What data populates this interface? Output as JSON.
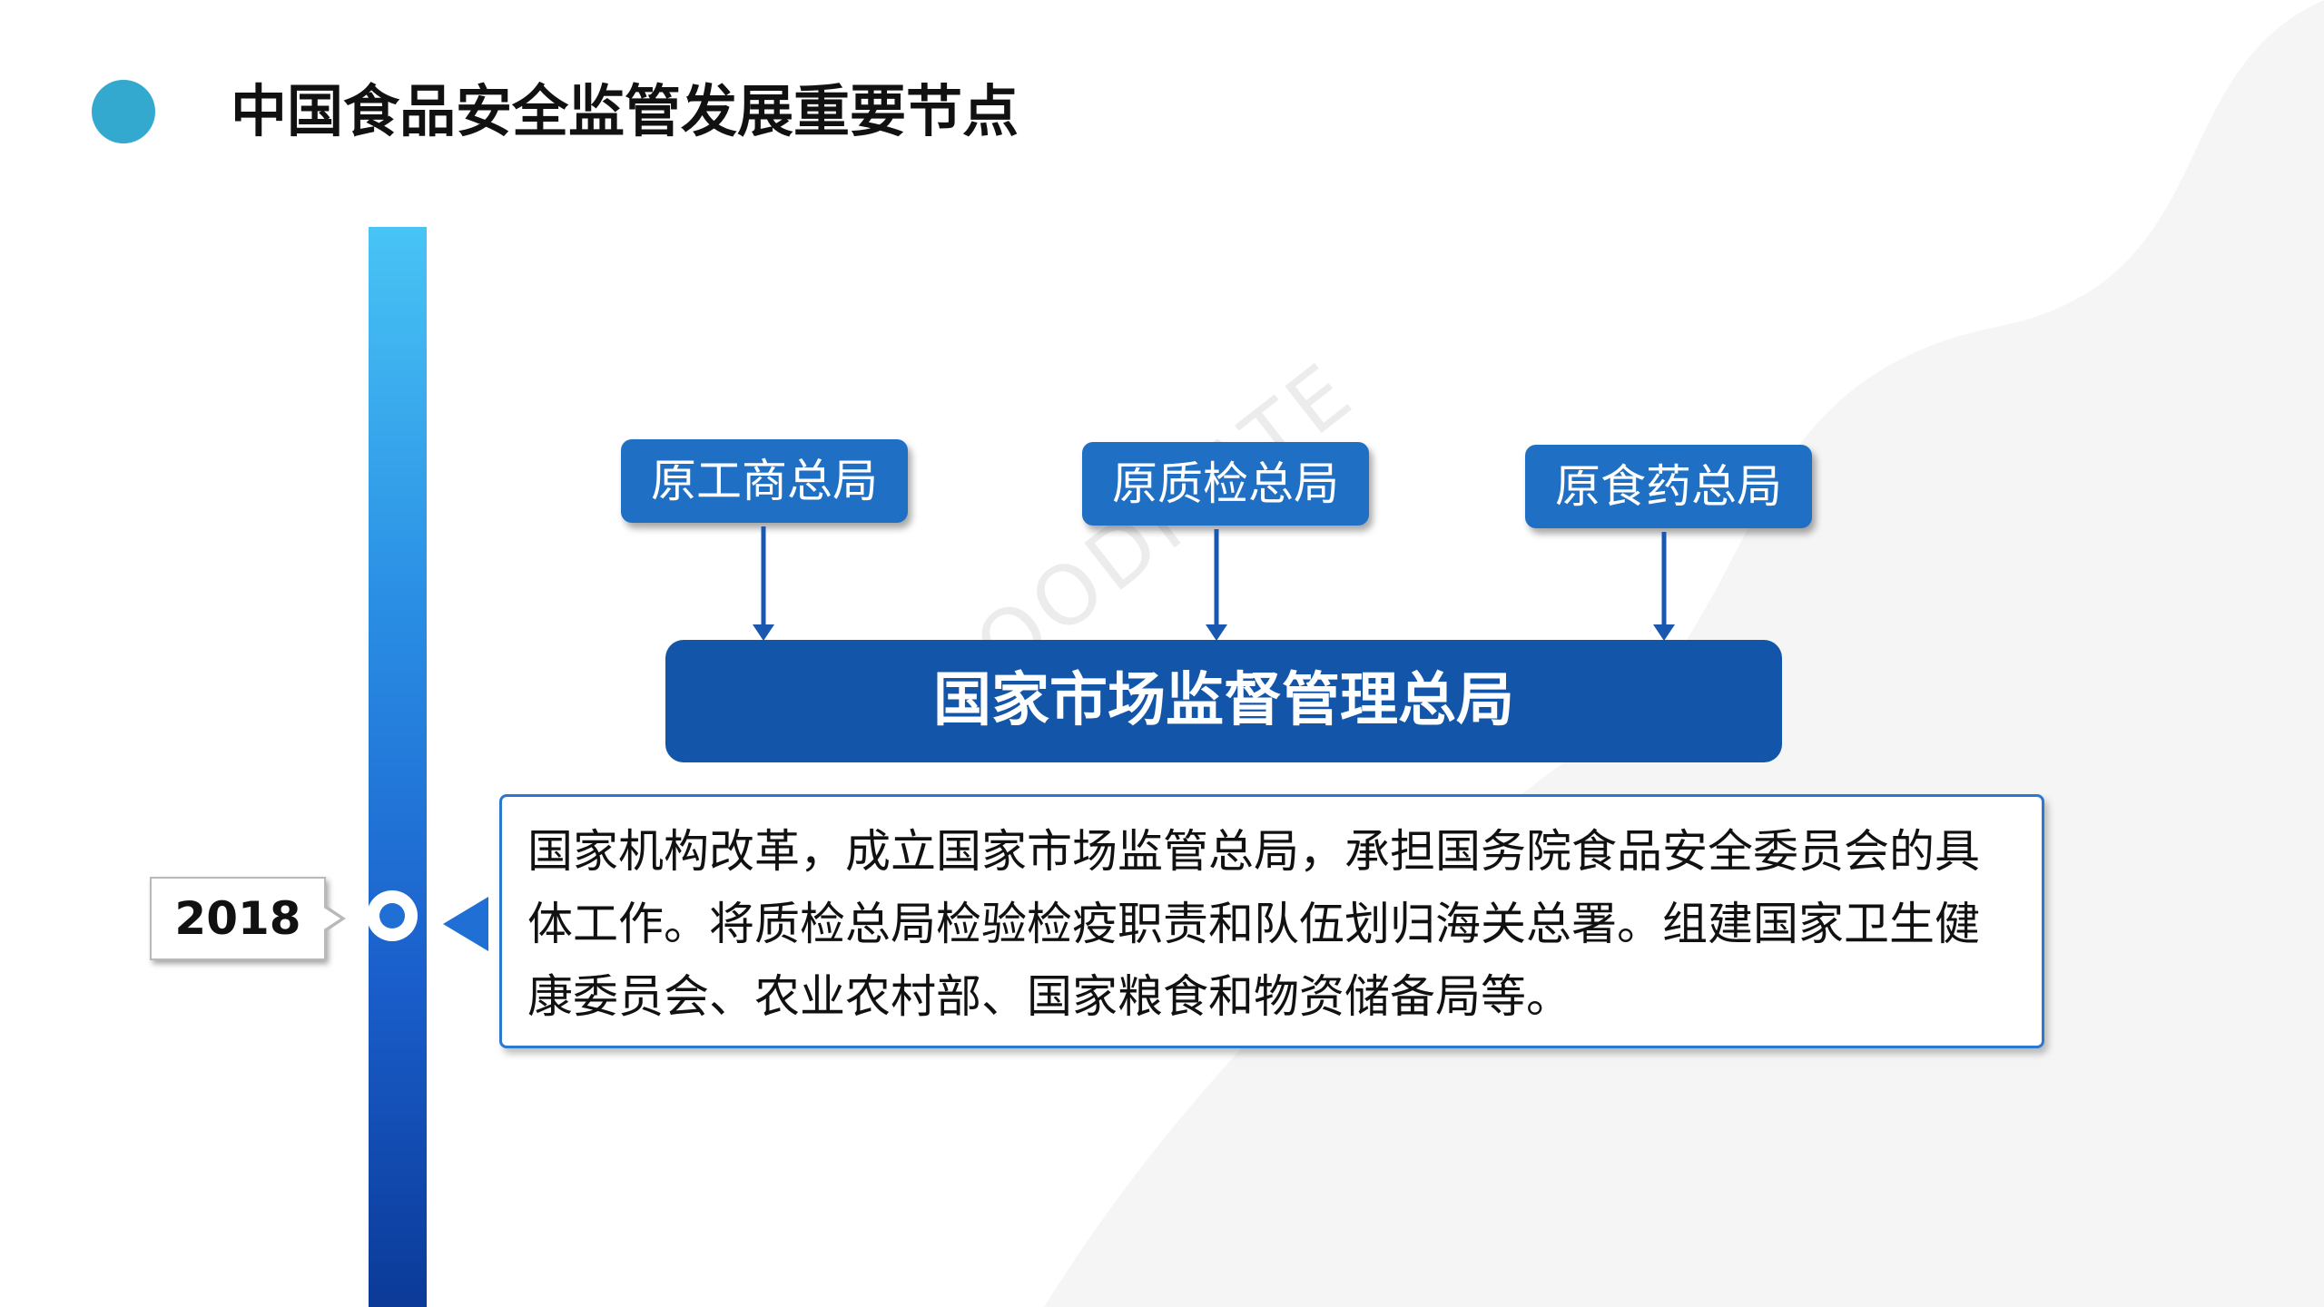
{
  "header": {
    "title": "中国食品安全监管发展重要节点"
  },
  "timeline": {
    "year": "2018"
  },
  "agencies": [
    {
      "label": "原工商总局"
    },
    {
      "label": "原质检总局"
    },
    {
      "label": "原食药总局"
    }
  ],
  "merged_agency": {
    "label": "国家市场监督管理总局"
  },
  "description": {
    "text": "国家机构改革，成立国家市场监管总局，承担国务院食品安全委员会的具体工作。将质检总局检验检疫职责和队伍划归海关总署。组建国家卫生健康委员会、农业农村部、国家粮食和物资储备局等。"
  },
  "watermark": {
    "text": "FOODMATE"
  },
  "colors": {
    "accent_dot": "#33a9cf",
    "agency_box": "#1f6fc4",
    "merged_box": "#1355a8",
    "desc_border": "#2a78d0",
    "node": "#1f6fd4"
  }
}
